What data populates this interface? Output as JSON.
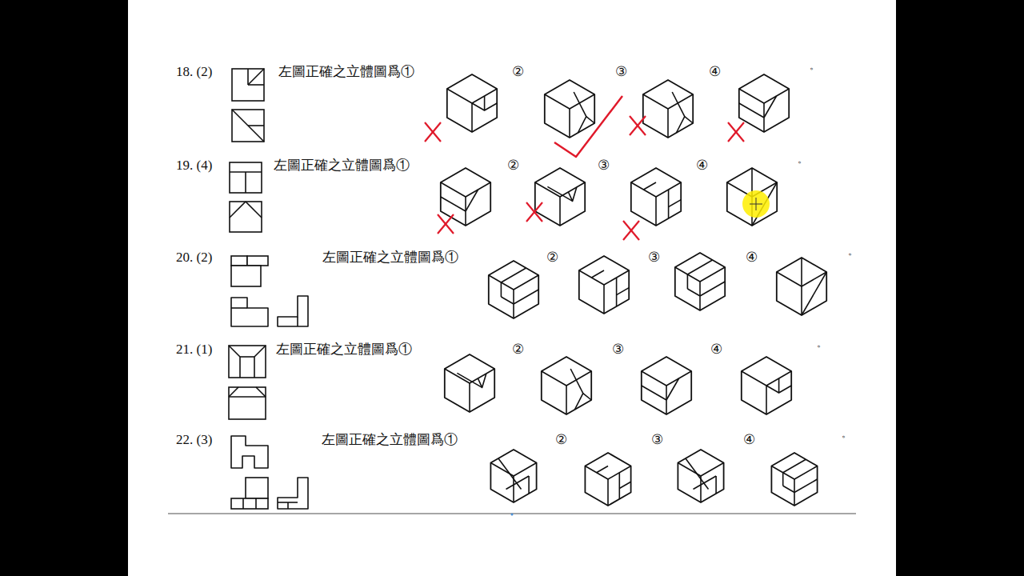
{
  "diagram": {
    "labels": [
      "18. (2)",
      "左圖正確之立體圖爲①",
      "②",
      "③",
      "④",
      "。",
      "19. (4)",
      "左圖正確之立體圖爲①",
      "②",
      "③",
      "④",
      "。",
      "20. (2)",
      "左圖正確之立體圖爲①",
      "②",
      "③",
      "④",
      "。",
      "21. (1)",
      "左圖正確之立體圖爲①",
      "②",
      "③",
      "④",
      "。",
      "22. (3)",
      "左圖正確之立體圖爲①",
      "②",
      "③",
      "④",
      "。"
    ]
  }
}
